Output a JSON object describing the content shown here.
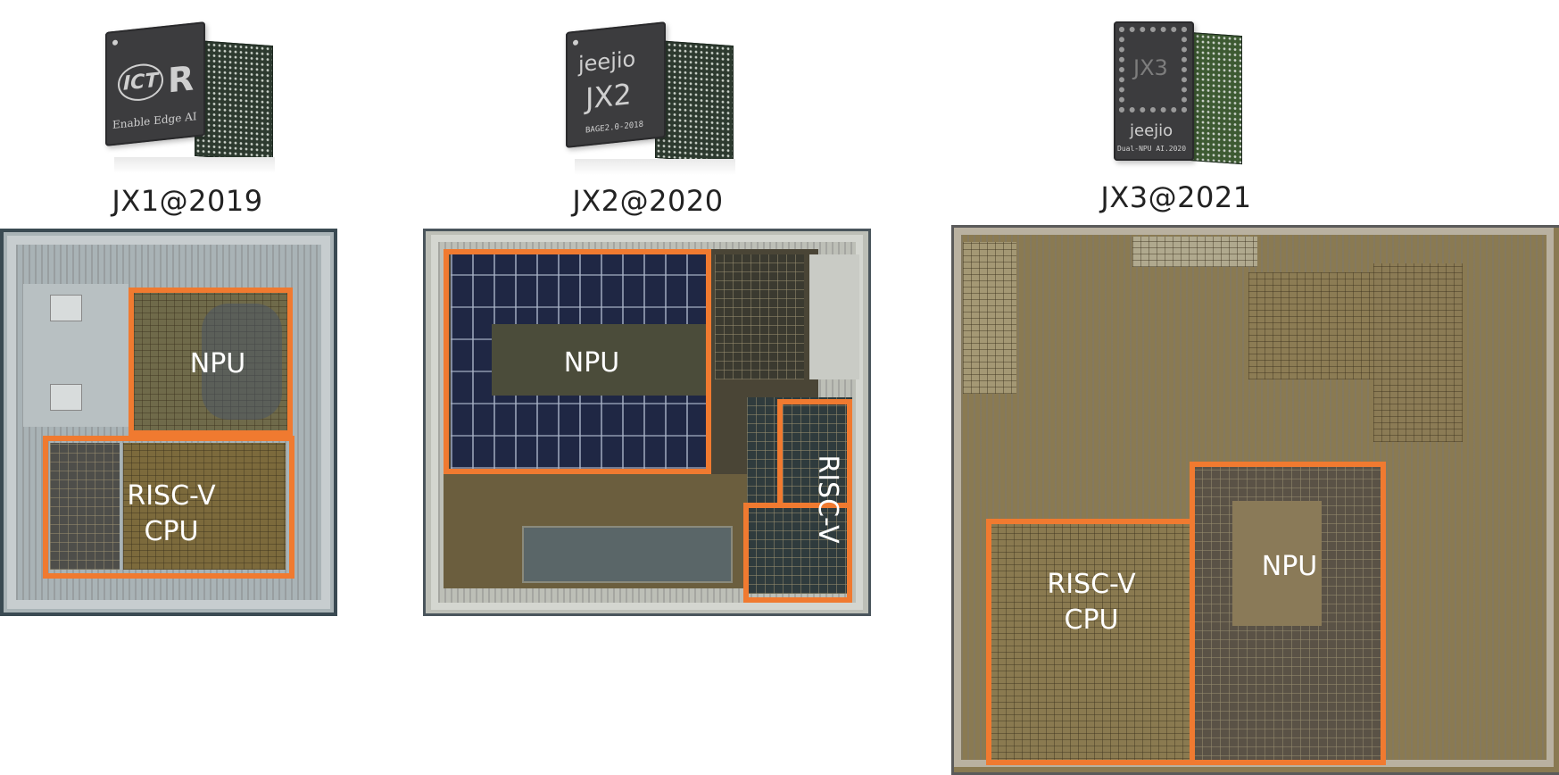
{
  "chips": [
    {
      "year_label": "JX1@2019",
      "package_marking": {
        "logo": "ICT",
        "text": "Enable Edge AI"
      },
      "die_regions": {
        "npu": "NPU",
        "cpu_line1": "RISC-V",
        "cpu_line2": "CPU"
      }
    },
    {
      "year_label": "JX2@2020",
      "package_marking": {
        "brand": "jeejio",
        "model": "JX2",
        "code": "BAGE2.0-2018"
      },
      "die_regions": {
        "npu": "NPU",
        "cpu": "RISC-V"
      }
    },
    {
      "year_label": "JX3@2021",
      "package_marking": {
        "model": "JX3",
        "brand": "jeejio",
        "code": "Dual-NPU AI.2020"
      },
      "die_regions": {
        "npu": "NPU",
        "cpu_line1": "RISC-V",
        "cpu_line2": "CPU"
      }
    }
  ],
  "colors": {
    "highlight": "#f07a30",
    "region_text": "#ffffff",
    "label_text": "#222222"
  }
}
